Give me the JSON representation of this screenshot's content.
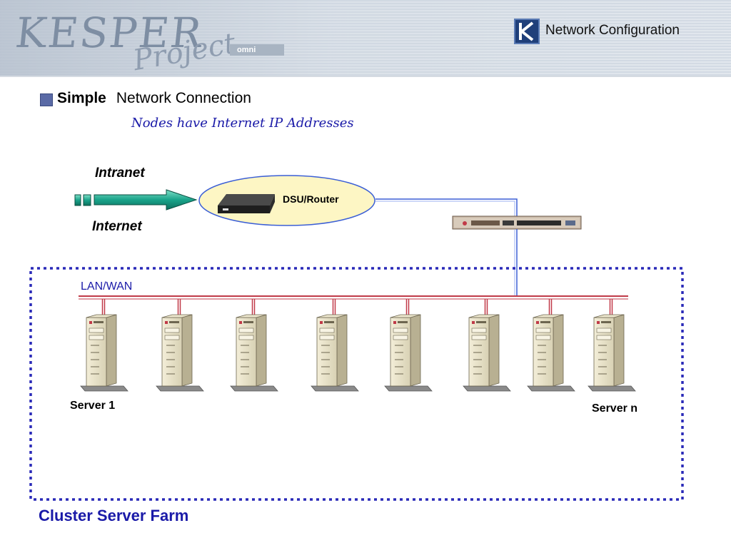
{
  "header": {
    "logo_text": "KESPER",
    "logo_sub": "Project",
    "badge": "omni",
    "title": "Network Configuration"
  },
  "slide": {
    "heading_bold": "Simple",
    "heading_rest": "Network Connection",
    "subheading": "Nodes have Internet IP Addresses"
  },
  "diagram": {
    "intranet_label": "Intranet",
    "internet_label": "Internet",
    "router_label": "DSU/Router",
    "lan_label": "LAN/WAN",
    "server_first_label": "Server 1",
    "server_last_label": "Server n",
    "cluster_label": "Cluster Server Farm",
    "server_count": 8,
    "colors": {
      "arrow": "#1aa38a",
      "cloud_fill": "#fdf6c4",
      "link_blue": "#3b5fd6",
      "bus_red": "#c03a48",
      "cluster_border": "#2a2ab8"
    }
  }
}
